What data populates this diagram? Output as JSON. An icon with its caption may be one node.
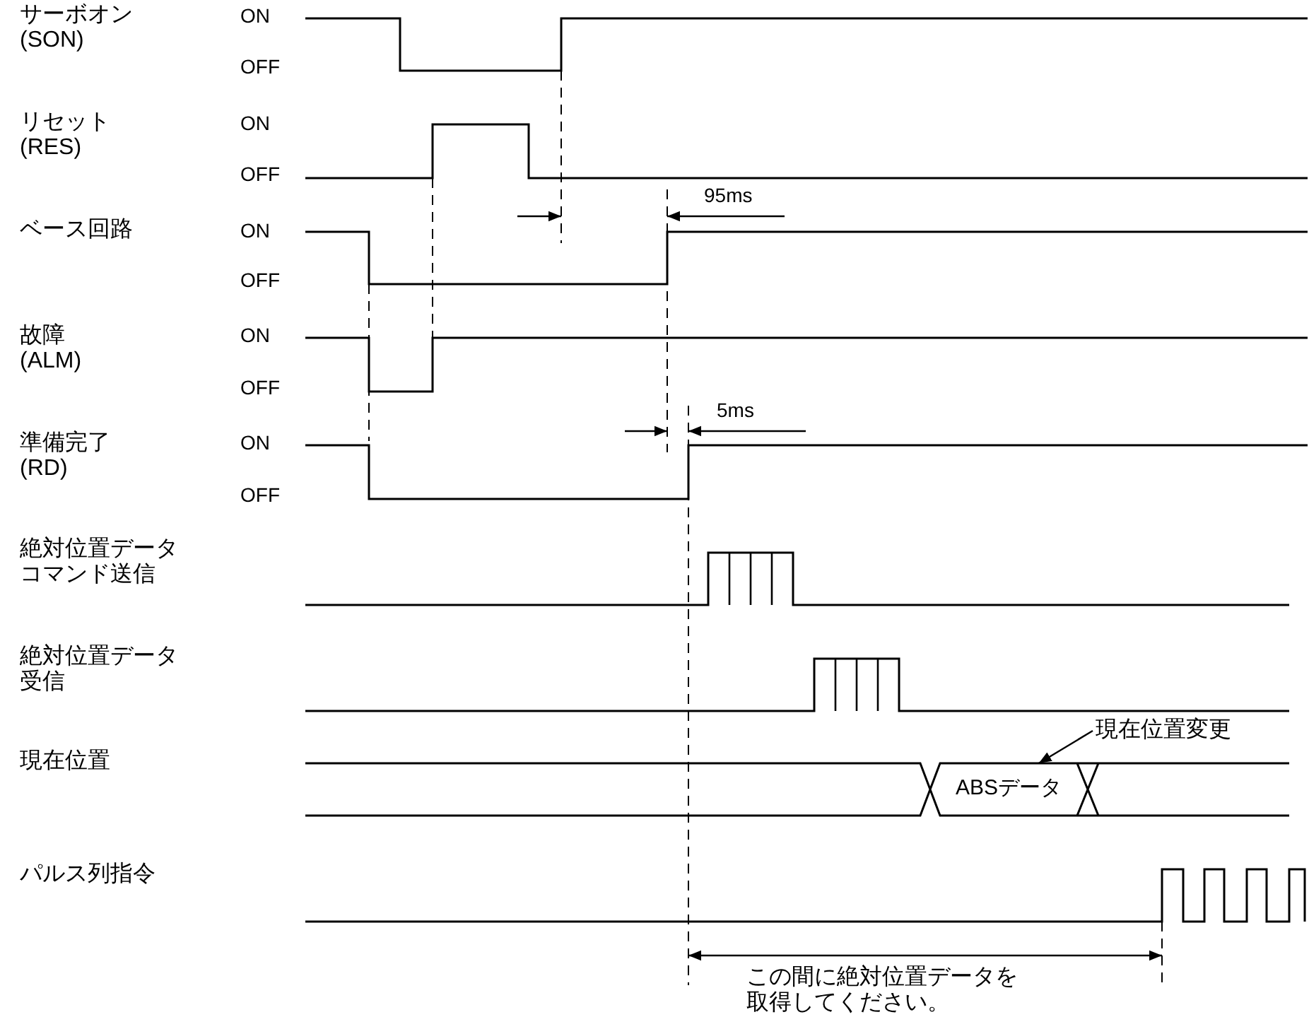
{
  "diagram": {
    "nodes": [
      {
        "text": [
          "現在位置変更"
        ]
      },
      {
        "text": [
          "ABSデータ"
        ]
      }
    ],
    "edges": [
      {
        "from": 0,
        "to": 1,
        "arrow": "to"
      }
    ],
    "labels": [
      "サーボオン(SON)",
      "ON",
      "OFF",
      "リセット(RES)",
      "ON",
      "OFF",
      "95ms",
      "ベース回路",
      "ON",
      "OFF",
      "故障(ALM)",
      "ON",
      "OFF",
      "5ms",
      "準備完了(RD)",
      "ON",
      "OFF",
      "絶対位置データコマンド送信",
      "絶対位置データ受信",
      "現在位置",
      "パルス列指令",
      "この間に絶対位置データを取得してください。"
    ]
  }
}
